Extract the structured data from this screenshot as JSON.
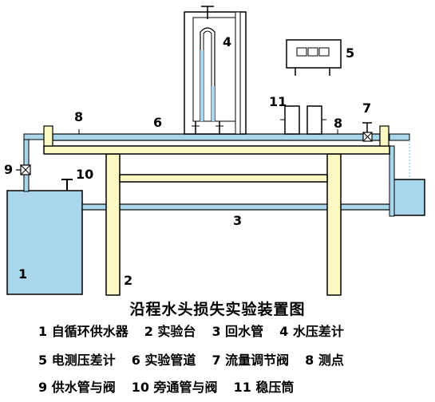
{
  "diagram": {
    "title": "沿程水头损失实验装置图",
    "numbers": [
      "1",
      "2",
      "3",
      "4",
      "5",
      "6",
      "7",
      "8",
      "8",
      "9",
      "10",
      "11"
    ],
    "legend": {
      "row1": [
        "1 自循环供水器",
        "2 实验台",
        "3 回水管",
        "4 水压差计"
      ],
      "row2": [
        "5 电测压差计",
        "6 实验管道",
        "7 流量调节阀",
        "8 测点"
      ],
      "row3": [
        "9 供水管与阀",
        "10 旁通管与阀",
        "11 稳压筒"
      ]
    },
    "colors": {
      "water": "#a9d6ea",
      "bench": "#fcf8c4",
      "outline": "#000000"
    }
  }
}
